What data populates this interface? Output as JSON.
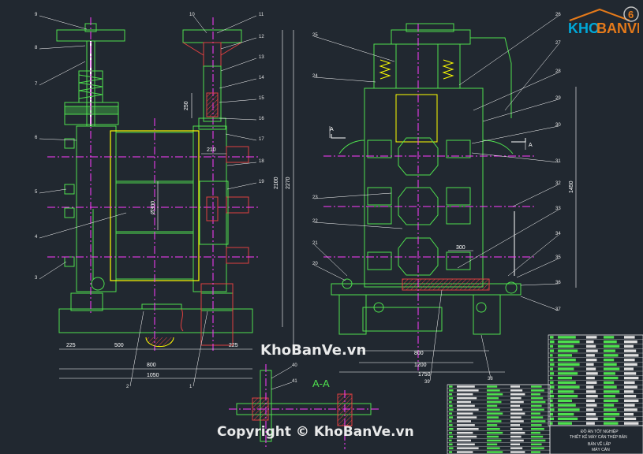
{
  "watermark": {
    "center": "KhoBanVe.vn",
    "bottom": "Copyright © KhoBanVe.vn",
    "logo_left": "KHO",
    "logo_right": "BANVE",
    "logo_badge": "6"
  },
  "section_label": "A-A",
  "section_marks": [
    "A",
    "A"
  ],
  "dimensions": {
    "front_bottom": [
      "225",
      "500",
      "225"
    ],
    "front_overall_1": "800",
    "front_overall_2": "1050",
    "front_top_210": "210",
    "front_250": "250",
    "front_2100": "2100",
    "front_2270": "2270",
    "roll_d": "Ø300",
    "side_300": "300",
    "side_1450": "1450",
    "side_800": "800",
    "side_1200": "1200",
    "side_1750": "1750"
  },
  "part_numbers_left": [
    "9",
    "8",
    "7",
    "6",
    "5",
    "4",
    "3",
    "2"
  ],
  "part_numbers_mid": [
    "10",
    "11",
    "12",
    "13",
    "14",
    "15",
    "16",
    "17",
    "18",
    "19",
    "1"
  ],
  "part_numbers_right_left": [
    "25",
    "24",
    "23",
    "22",
    "21",
    "20"
  ],
  "part_numbers_right_right": [
    "26",
    "27",
    "28",
    "29",
    "30",
    "31",
    "32",
    "33",
    "34",
    "35",
    "36",
    "37",
    "38",
    "39"
  ],
  "part_numbers_section": [
    "40",
    "41"
  ],
  "title_block": {
    "line1": "ĐỒ ÁN TỐT NGHIỆP",
    "line2": "THIẾT KẾ MÁY CÁN THÉP BẢN",
    "line3": "BẢN VẼ LẮP",
    "line4": "MÁY CÁN"
  }
}
